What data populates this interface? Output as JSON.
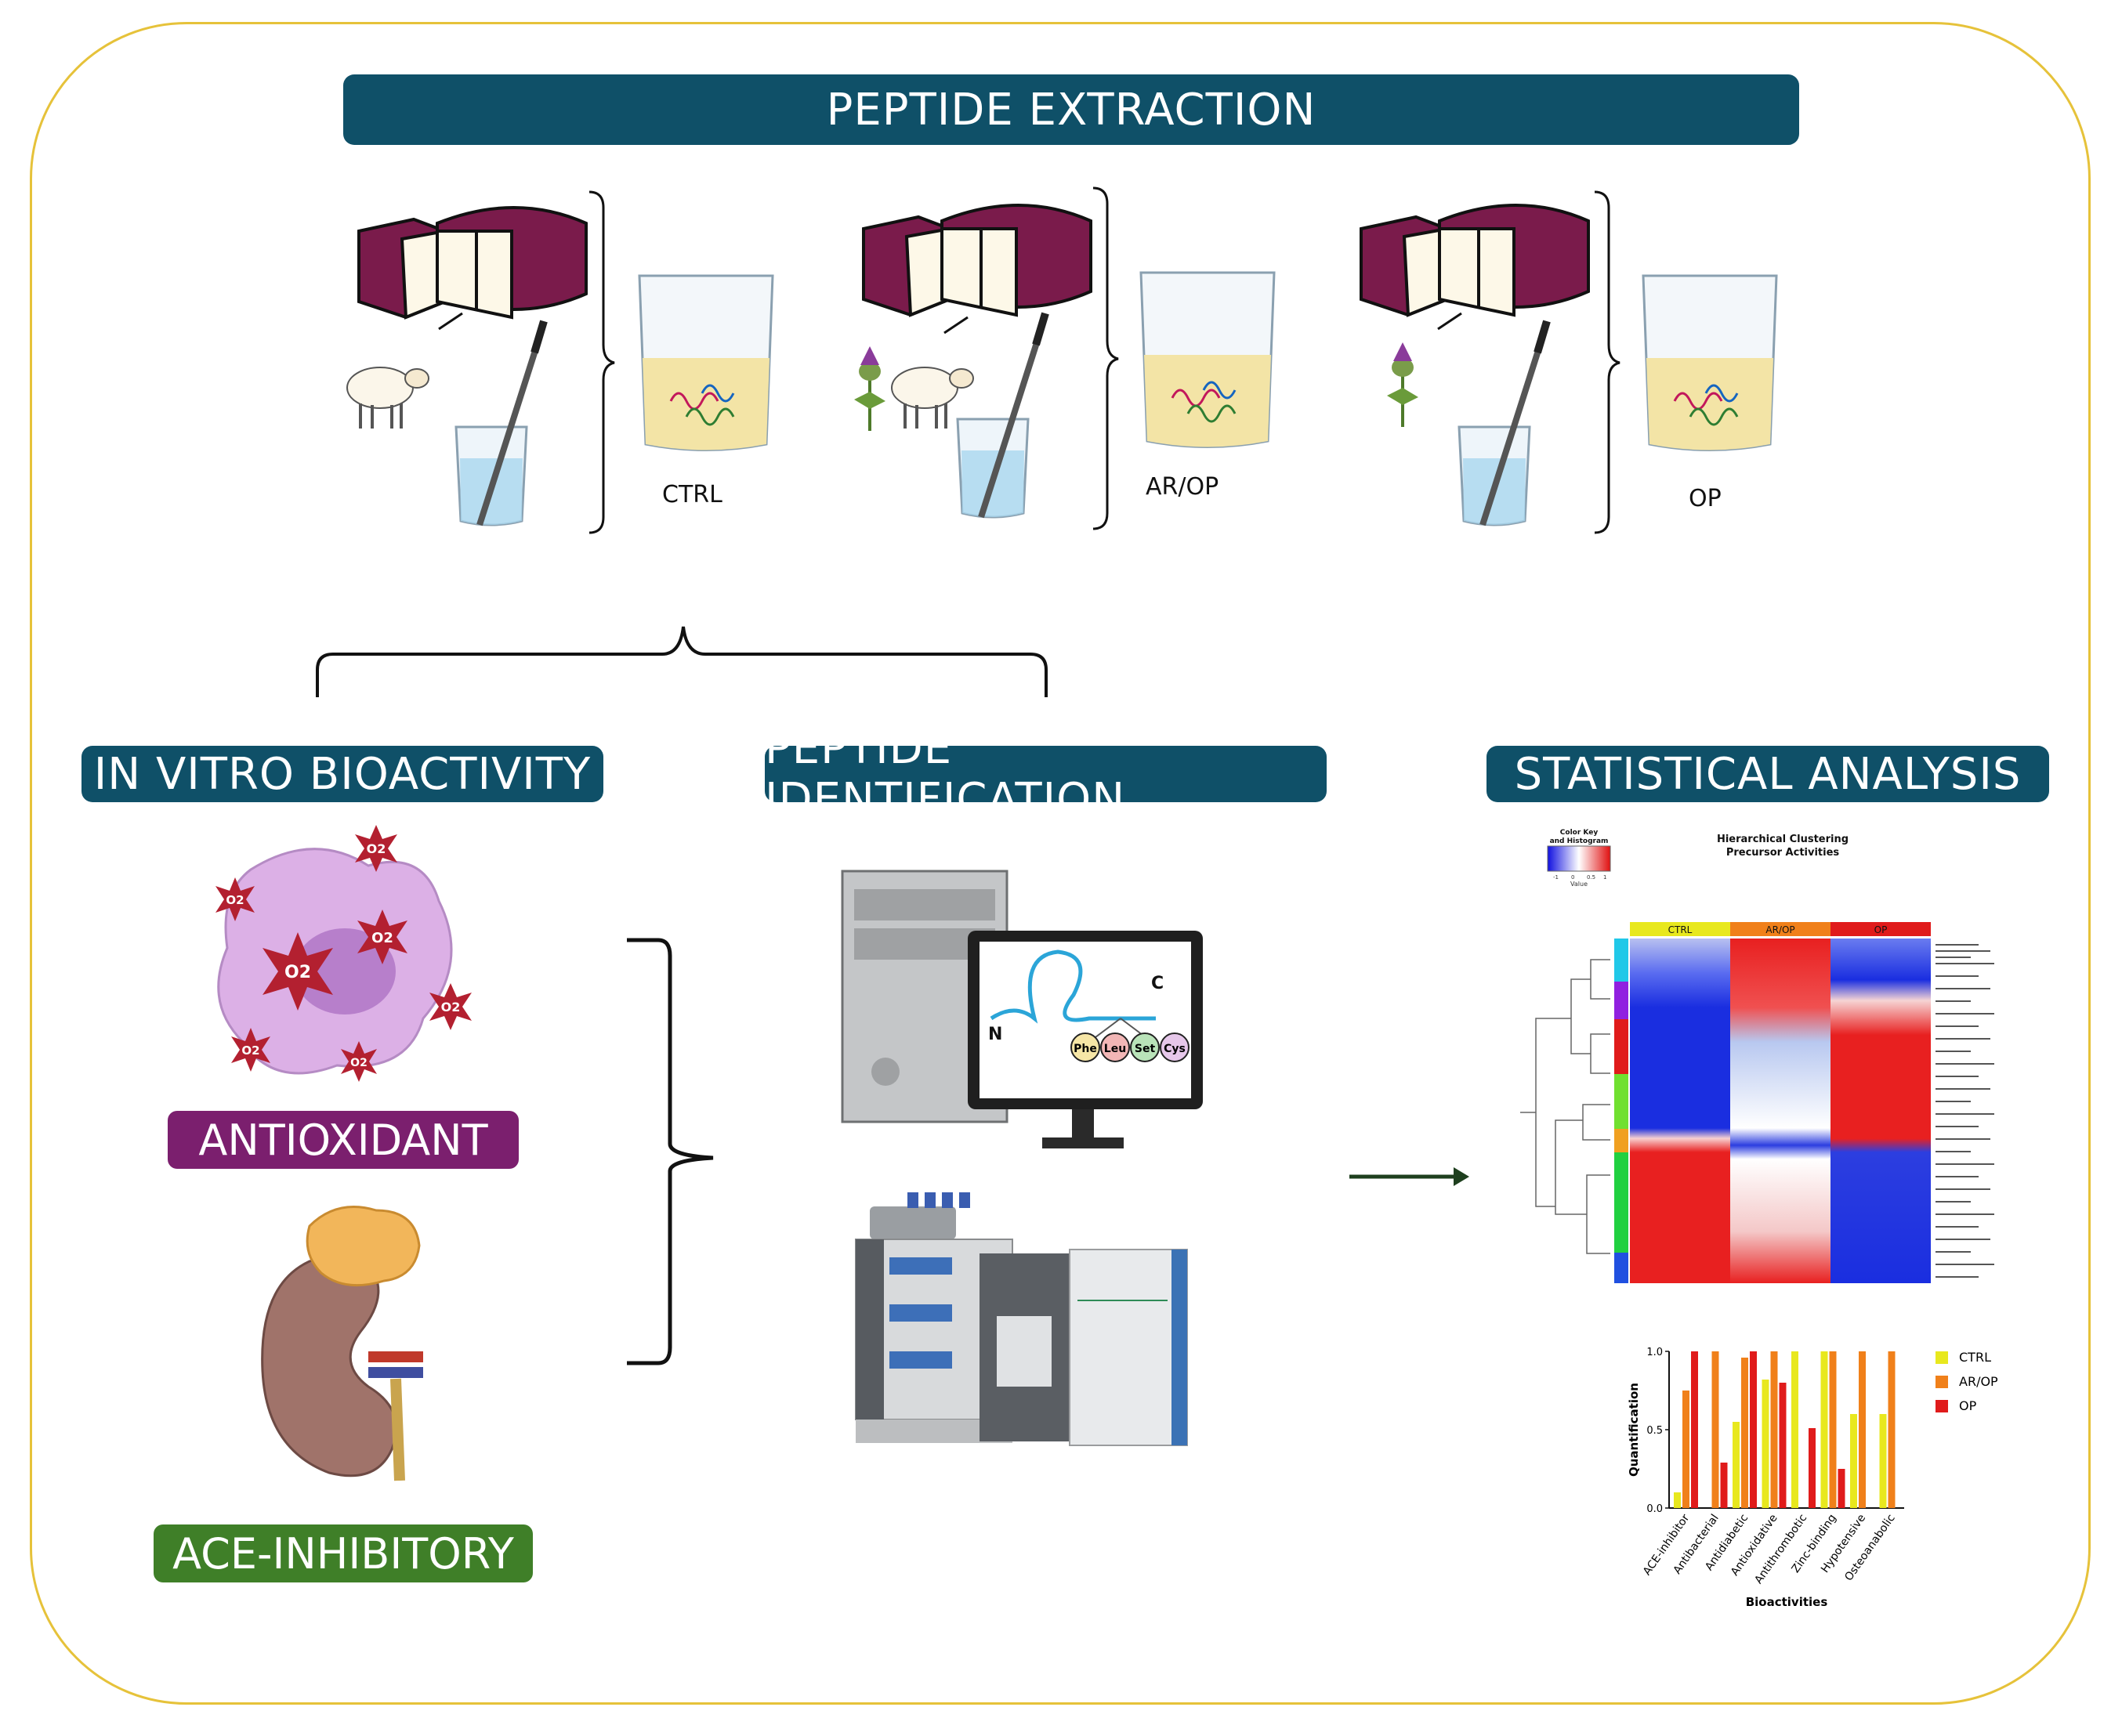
{
  "headers": {
    "extraction": "PEPTIDE EXTRACTION",
    "bioactivity": "IN VITRO BIOACTIVITY",
    "identification": "PEPTIDE IDENTIFICATION",
    "statistics": "STATISTICAL ANALYSIS"
  },
  "samples": [
    "CTRL",
    "AR/OP",
    "OP"
  ],
  "bioassays": {
    "antioxidant": "ANTIOXIDANT",
    "ace": "ACE-INHIBITORY"
  },
  "ros_label": "O2",
  "peptide": {
    "n_term": "N",
    "c_term": "C",
    "residues": [
      "Phe",
      "Leu",
      "Set",
      "Cys"
    ]
  },
  "heatmap": {
    "title_line1": "Hierarchical Clustering",
    "title_line2": "Precursor Activities",
    "key_title1": "Color Key",
    "key_title2": "and Histogram",
    "key_value_label": "Value",
    "key_ticks": [
      "-1",
      "0",
      "0.5",
      "1"
    ],
    "columns": [
      "CTRL",
      "AR/OP",
      "OP"
    ]
  },
  "colors": {
    "banner": "#0f5068",
    "antioxidant": "#7b1f6e",
    "ace": "#3f7f28",
    "frame": "#e6c23a",
    "cheese": "#7a1b4b",
    "ctrl": "#e8e81e",
    "arop": "#f0801a",
    "op": "#e01b1b"
  },
  "chart_data": {
    "type": "bar",
    "categories": [
      "ACE-inhibitor",
      "Antibacterial",
      "Antidiabetic",
      "Antioxidative",
      "Antithrombotic",
      "Zinc-binding",
      "Hypotensive",
      "Osteoanabolic"
    ],
    "series": [
      {
        "name": "CTRL",
        "values": [
          0.1,
          0.0,
          0.55,
          0.82,
          1.0,
          1.0,
          0.6,
          0.6
        ]
      },
      {
        "name": "AR/OP",
        "values": [
          0.75,
          1.0,
          0.96,
          1.0,
          0.0,
          1.0,
          1.0,
          1.0
        ]
      },
      {
        "name": "OP",
        "values": [
          1.0,
          0.29,
          1.0,
          0.8,
          0.51,
          0.25,
          0.0,
          0.0
        ]
      }
    ],
    "xlabel": "Bioactivities",
    "ylabel": "Quantification",
    "yticks": [
      "0.0",
      "0.5",
      "1.0"
    ],
    "ylim": [
      0,
      1
    ],
    "legend": "right"
  }
}
